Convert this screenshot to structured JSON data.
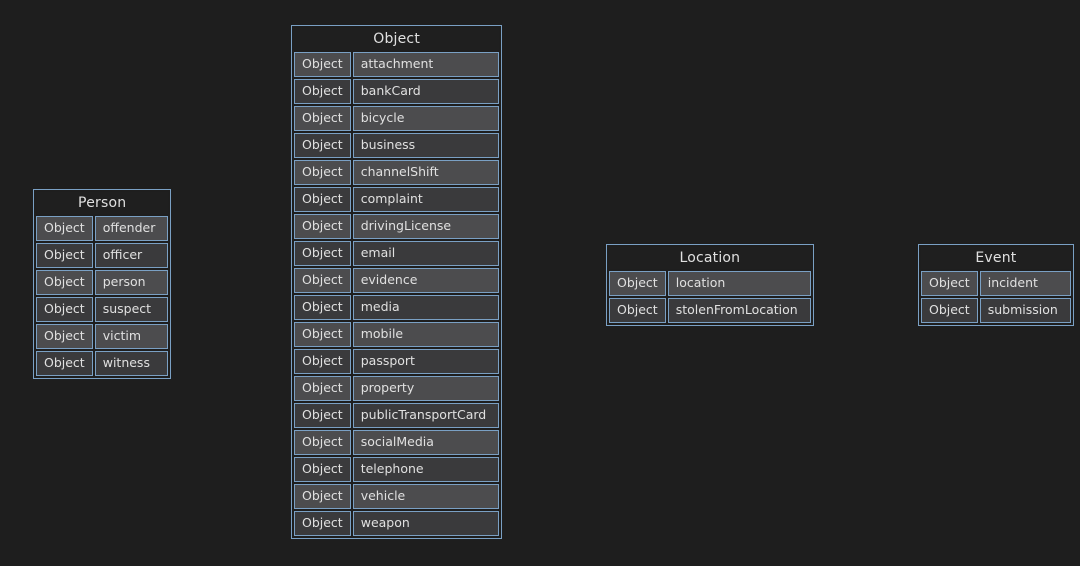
{
  "colors": {
    "background": "#1e1e1e",
    "border_accent": "#7aa0c4",
    "row_light": "#4c4c4e",
    "row_dark": "#3a3a3c",
    "header_bg": "#1f1f1f",
    "text": "#e0e0e0"
  },
  "type_label": "Object",
  "tables": {
    "person": {
      "title": "Person",
      "rows": [
        "offender",
        "officer",
        "person",
        "suspect",
        "victim",
        "witness"
      ]
    },
    "object": {
      "title": "Object",
      "rows": [
        "attachment",
        "bankCard",
        "bicycle",
        "business",
        "channelShift",
        "complaint",
        "drivingLicense",
        "email",
        "evidence",
        "media",
        "mobile",
        "passport",
        "property",
        "publicTransportCard",
        "socialMedia",
        "telephone",
        "vehicle",
        "weapon"
      ]
    },
    "location": {
      "title": "Location",
      "rows": [
        "location",
        "stolenFromLocation"
      ]
    },
    "event": {
      "title": "Event",
      "rows": [
        "incident",
        "submission"
      ]
    }
  }
}
